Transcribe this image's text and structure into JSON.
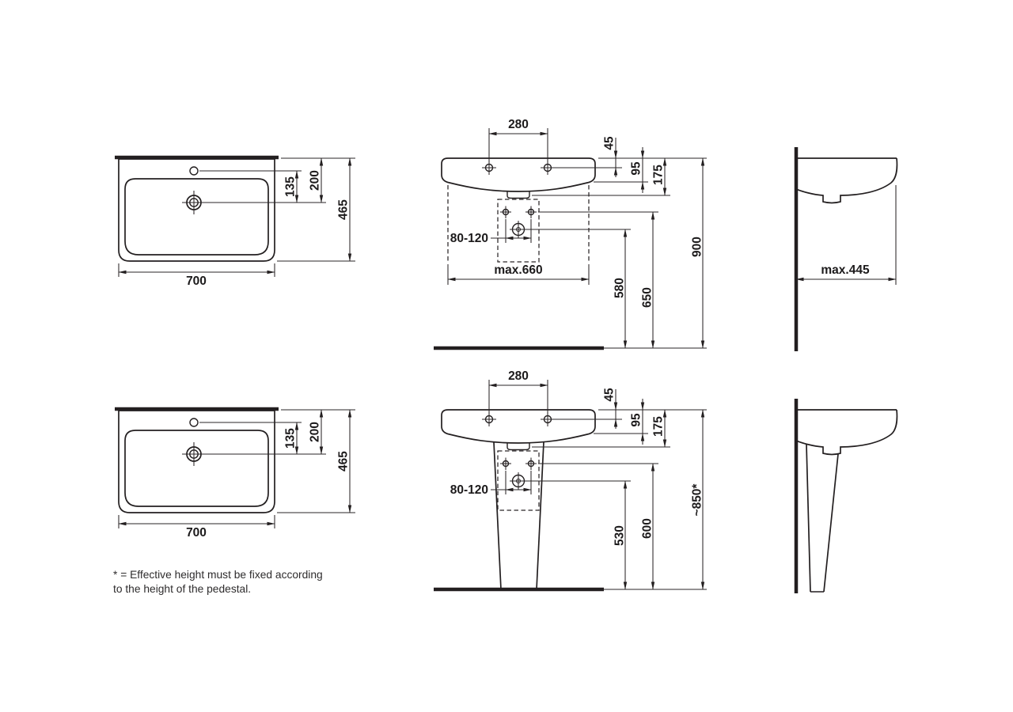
{
  "page": {
    "background": "#ffffff",
    "line_color": "#231f20"
  },
  "footnote": {
    "line1": "* = Effective height must be fixed according",
    "line2": "to the height of the pedestal."
  },
  "wall_hung": {
    "plan": {
      "tap_offset": "135",
      "tap_depth": "200",
      "depth": "465",
      "width": "700"
    },
    "front": {
      "hole_spacing": "280",
      "deck_offset": "45",
      "rim_height": "95",
      "basin_height": "175",
      "bolt_spacing": "80-120",
      "max_width": "max.660",
      "drain_height": "580",
      "bolt_height": "650",
      "top_height": "900"
    },
    "side": {
      "max_depth": "max.445"
    }
  },
  "pedestal": {
    "plan": {
      "tap_offset": "135",
      "tap_depth": "200",
      "depth": "465",
      "width": "700"
    },
    "front": {
      "hole_spacing": "280",
      "deck_offset": "45",
      "rim_height": "95",
      "basin_height": "175",
      "bolt_spacing": "80-120",
      "drain_height": "530",
      "bolt_height": "600",
      "top_height": "~850*"
    }
  }
}
